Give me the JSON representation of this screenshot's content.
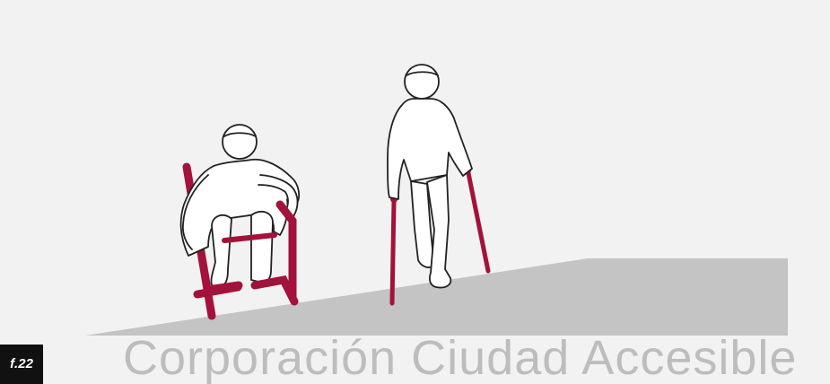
{
  "figure": {
    "label": "f.22",
    "watermark_text": "Corporación Ciudad Accesible"
  },
  "colors": {
    "background": "#f2f2f2",
    "ramp": "#c4c4c4",
    "accent": "#a3123a",
    "outline": "#222222",
    "watermark": "#bdbdbd"
  },
  "illustration": {
    "ramp": "inclined-ramp",
    "figures": [
      "wheelchair-user",
      "person-with-crutches"
    ]
  }
}
